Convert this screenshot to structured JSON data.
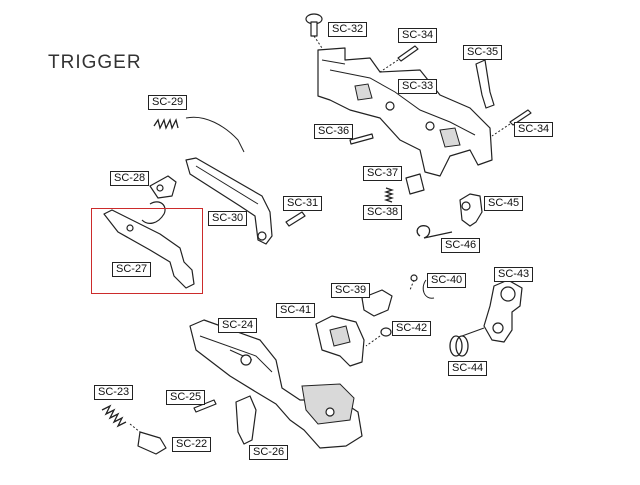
{
  "title": "TRIGGER",
  "highlight_part": "SC-27",
  "labels": {
    "sc22": "SC-22",
    "sc23": "SC-23",
    "sc24": "SC-24",
    "sc25": "SC-25",
    "sc26": "SC-26",
    "sc27": "SC-27",
    "sc28": "SC-28",
    "sc29": "SC-29",
    "sc30": "SC-30",
    "sc31": "SC-31",
    "sc32": "SC-32",
    "sc33": "SC-33",
    "sc34a": "SC-34",
    "sc34b": "SC-34",
    "sc35": "SC-35",
    "sc36": "SC-36",
    "sc37": "SC-37",
    "sc38": "SC-38",
    "sc39": "SC-39",
    "sc40": "SC-40",
    "sc41": "SC-41",
    "sc42": "SC-42",
    "sc43": "SC-43",
    "sc44": "SC-44",
    "sc45": "SC-45",
    "sc46": "SC-46"
  },
  "colors": {
    "highlight": "#cc2b2b",
    "ink": "#222222"
  }
}
